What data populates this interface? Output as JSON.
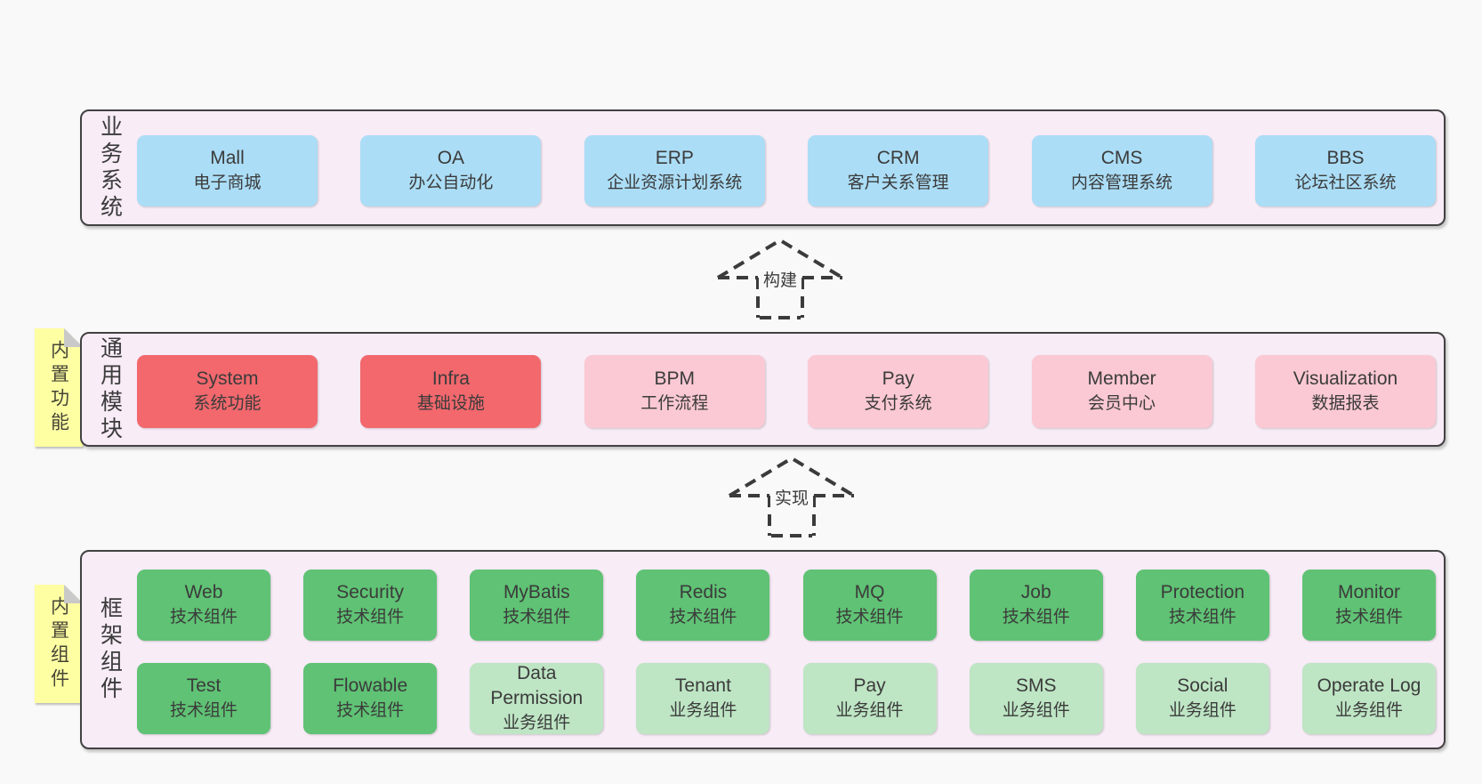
{
  "colors": {
    "page_bg": "#f9f9f9",
    "section_bg": "#f8ecf7",
    "section_border": "#424242",
    "box_blue": "#abddf6",
    "box_red": "#f2686d",
    "box_pink": "#fbc9d3",
    "box_green": "#5fc274",
    "box_green_light": "#bee5c4",
    "note_yellow": "#feffa3",
    "note_fold": "#c9c9c9",
    "text": "#3b3b3b"
  },
  "sections": {
    "business": {
      "label": "业务系统",
      "boxes": [
        {
          "title": "Mall",
          "subtitle": "电子商城"
        },
        {
          "title": "OA",
          "subtitle": "办公自动化"
        },
        {
          "title": "ERP",
          "subtitle": "企业资源计划系统"
        },
        {
          "title": "CRM",
          "subtitle": "客户关系管理"
        },
        {
          "title": "CMS",
          "subtitle": "内容管理系统"
        },
        {
          "title": "BBS",
          "subtitle": "论坛社区系统"
        }
      ]
    },
    "common": {
      "label": "通用模块",
      "note": "内置功能",
      "boxes": [
        {
          "title": "System",
          "subtitle": "系统功能"
        },
        {
          "title": "Infra",
          "subtitle": "基础设施"
        },
        {
          "title": "BPM",
          "subtitle": "工作流程"
        },
        {
          "title": "Pay",
          "subtitle": "支付系统"
        },
        {
          "title": "Member",
          "subtitle": "会员中心"
        },
        {
          "title": "Visualization",
          "subtitle": "数据报表"
        }
      ]
    },
    "framework": {
      "label": "框架组件",
      "note": "内置组件",
      "row1": [
        {
          "title": "Web",
          "subtitle": "技术组件"
        },
        {
          "title": "Security",
          "subtitle": "技术组件"
        },
        {
          "title": "MyBatis",
          "subtitle": "技术组件"
        },
        {
          "title": "Redis",
          "subtitle": "技术组件"
        },
        {
          "title": "MQ",
          "subtitle": "技术组件"
        },
        {
          "title": "Job",
          "subtitle": "技术组件"
        },
        {
          "title": "Protection",
          "subtitle": "技术组件"
        },
        {
          "title": "Monitor",
          "subtitle": "技术组件"
        }
      ],
      "row2": [
        {
          "title": "Test",
          "subtitle": "技术组件"
        },
        {
          "title": "Flowable",
          "subtitle": "技术组件"
        },
        {
          "title": "Data Permission",
          "subtitle": "业务组件"
        },
        {
          "title": "Tenant",
          "subtitle": "业务组件"
        },
        {
          "title": "Pay",
          "subtitle": "业务组件"
        },
        {
          "title": "SMS",
          "subtitle": "业务组件"
        },
        {
          "title": "Social",
          "subtitle": "业务组件"
        },
        {
          "title": "Operate Log",
          "subtitle": "业务组件"
        }
      ]
    }
  },
  "arrows": [
    {
      "label": "构建"
    },
    {
      "label": "实现"
    }
  ]
}
